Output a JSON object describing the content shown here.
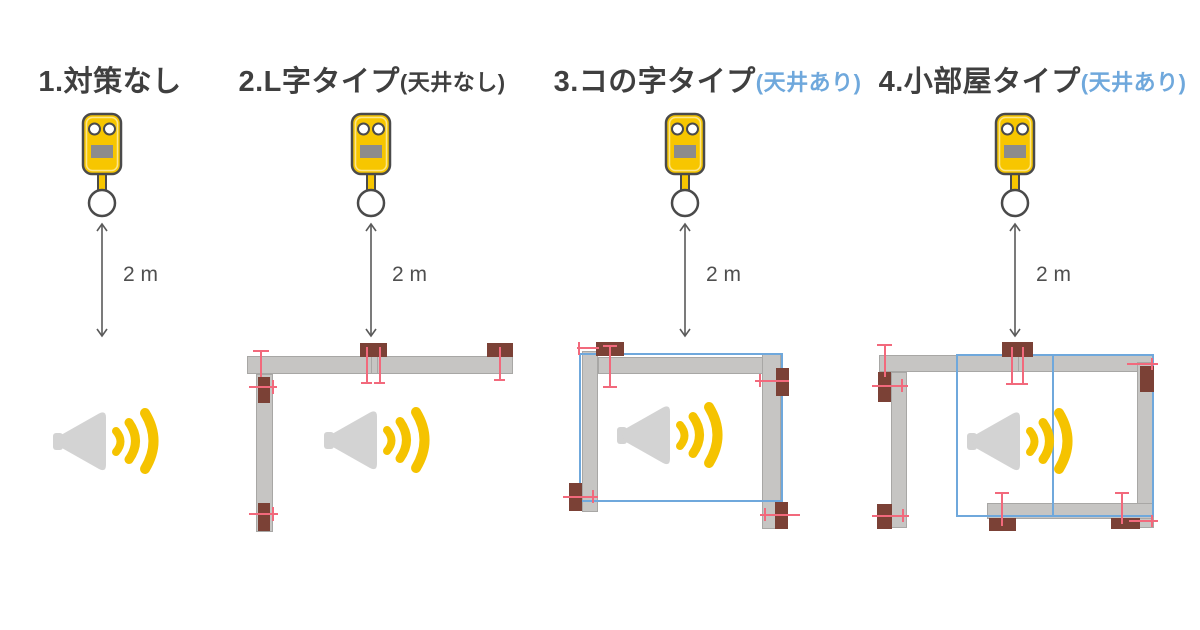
{
  "panels": [
    {
      "title": "1.対策なし",
      "subtitle": "",
      "distance_label": "2 m"
    },
    {
      "title": "2.L字タイプ",
      "subtitle": "(天井なし)",
      "distance_label": "2 m"
    },
    {
      "title": "3.コの字タイプ",
      "subtitle": "(天井あり)",
      "distance_label": "2 m"
    },
    {
      "title": "4.小部屋タイプ",
      "subtitle": "(天井あり)",
      "distance_label": "2 m"
    }
  ],
  "colors": {
    "device-yellow": "#f7c600",
    "wave-yellow": "#f5c300",
    "outline-dark": "#4a4a4a",
    "screen-gray": "#8c8c8c",
    "speaker-gray": "#d3d3d3",
    "wall-gray": "#c6c5c3",
    "wall-border": "#a8a7a5",
    "clamp-brown": "#7b4136",
    "clamp-mark-pink": "#f2697c",
    "ceiling-blue": "#6fa8dc",
    "title-dark": "#3f3f3f",
    "subtitle-blue": "#6fa8dc",
    "label-gray": "#4f4f4f",
    "arrow-gray": "#5a5a5a"
  },
  "icons": {
    "meter": "sound-level-meter-icon",
    "speaker": "horn-speaker-icon",
    "waves": "sound-waves-icon",
    "arrow": "double-arrow-icon"
  }
}
